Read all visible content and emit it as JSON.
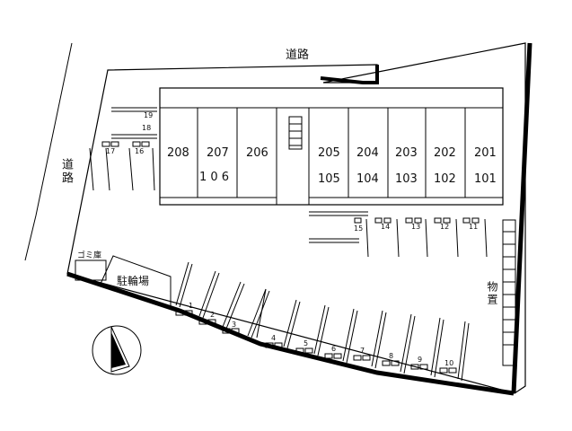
{
  "road_top": "道路",
  "road_left": "道路",
  "warehouse": "物置",
  "bicycle_parking": "駐輪場",
  "garbage": "ゴミ庫",
  "units_upper": [
    "208",
    "207",
    "206",
    "205",
    "204",
    "203",
    "202",
    "201"
  ],
  "units_lower": [
    "106",
    "105",
    "104",
    "103",
    "102",
    "101"
  ],
  "lower_106": "1 0 6",
  "parking_left": [
    "16",
    "17"
  ],
  "parking_small_top": [
    "18",
    "19"
  ],
  "parking_middle": [
    "15",
    "14",
    "13",
    "12",
    "11"
  ],
  "parking_bottom": [
    "1",
    "2",
    "3",
    "4",
    "5",
    "6",
    "7",
    "8",
    "9",
    "10"
  ],
  "north_arrow": "north-arrow-icon",
  "colors": {
    "line": "#000000",
    "paper": "#ffffff"
  }
}
